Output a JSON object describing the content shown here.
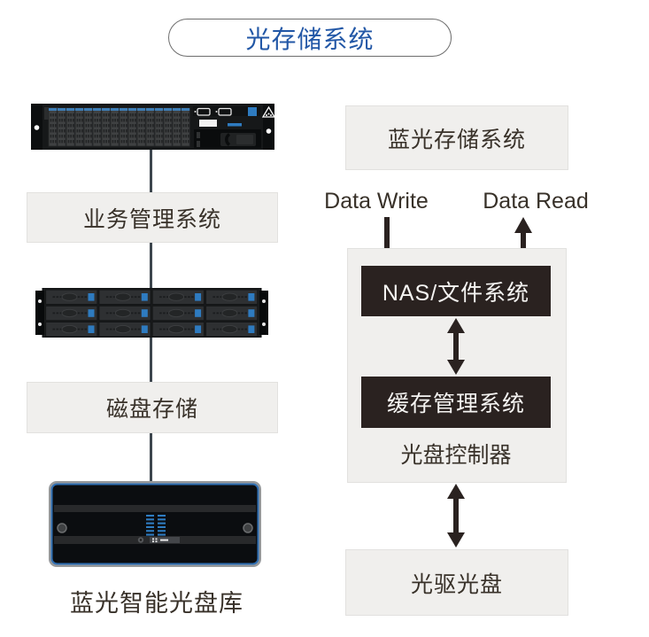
{
  "header": {
    "title": "光存储系统"
  },
  "left_stack": {
    "business_box": "业务管理系统",
    "disk_box": "磁盘存储",
    "library_caption": "蓝光智能光盘库",
    "icons": {
      "server": "rack-server-illustration",
      "disk_array": "disk-array-illustration",
      "optical_library": "bluray-library-illustration"
    }
  },
  "right_stack": {
    "bluray_box": "蓝光存储系统",
    "write_label": "Data Write",
    "read_label": "Data Read",
    "nas_box": "NAS/文件系统",
    "cache_box": "缓存管理系统",
    "controller_label": "光盘控制器",
    "drive_box": "光驱光盘"
  },
  "colors": {
    "title_blue": "#2257a6",
    "ink_dark": "#2a2220",
    "panel_gray": "#f0efed",
    "panel_border": "#e2e1df",
    "hardware_blue": "#2e7bc0",
    "connector_line": "#3d464e"
  }
}
